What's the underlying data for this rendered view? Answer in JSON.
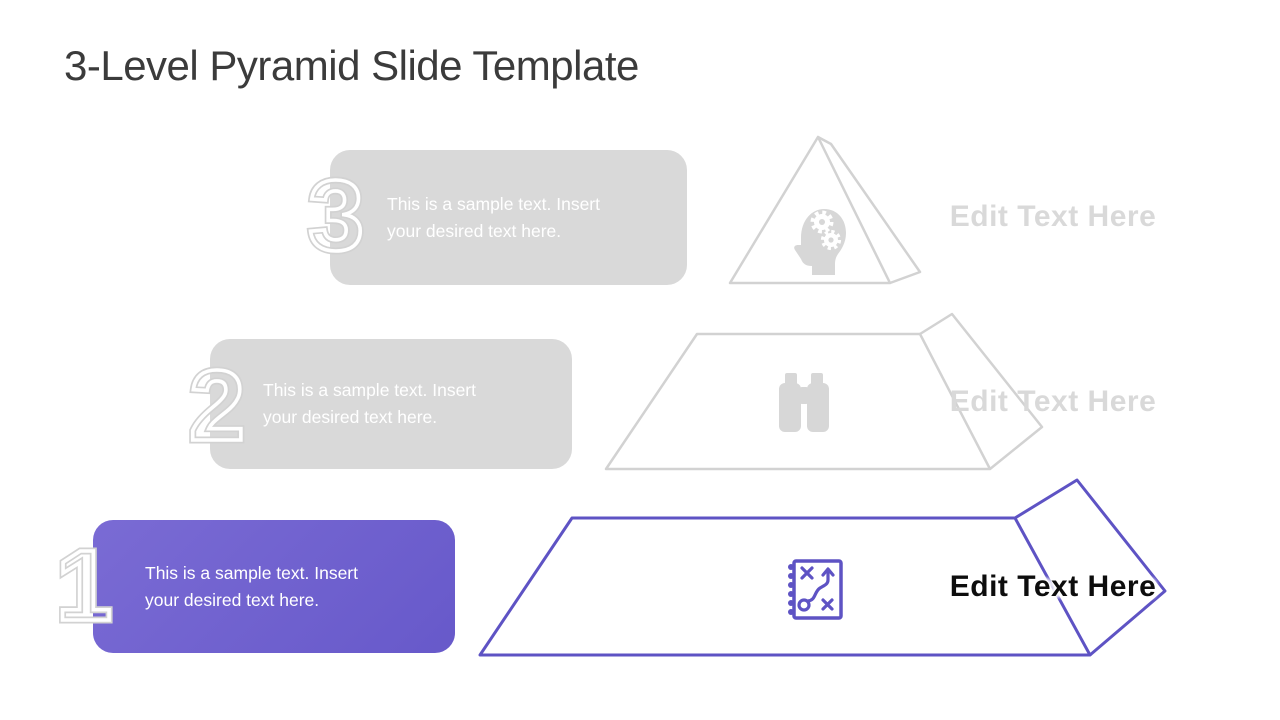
{
  "slide": {
    "title": "3-Level Pyramid Slide Template"
  },
  "levels": [
    {
      "number": "1",
      "text_line1": "This is a sample text. Insert",
      "text_line2": "your desired text here.",
      "label": "Edit Text Here",
      "icon": "strategy-plan-icon",
      "theme": "purple"
    },
    {
      "number": "2",
      "text_line1": "This is a sample text. Insert",
      "text_line2": "your desired text here.",
      "label": "Edit Text Here",
      "icon": "binoculars-icon",
      "theme": "gray"
    },
    {
      "number": "3",
      "text_line1": "This is a sample text. Insert",
      "text_line2": "your desired text here.",
      "label": "Edit Text Here",
      "icon": "head-gears-icon",
      "theme": "gray"
    }
  ],
  "colors": {
    "box_gray": "#d9d9d9",
    "outline_gray": "#d2d2d2",
    "icon_gray": "#d7d7d7",
    "accent_purple": "#5e53c4",
    "purple_box_start": "#7a6bd4",
    "purple_box_end": "#6759ca",
    "title_text": "#3b3b3b",
    "active_label": "#0d0d0d",
    "inactive_label": "#d9d9d9"
  }
}
